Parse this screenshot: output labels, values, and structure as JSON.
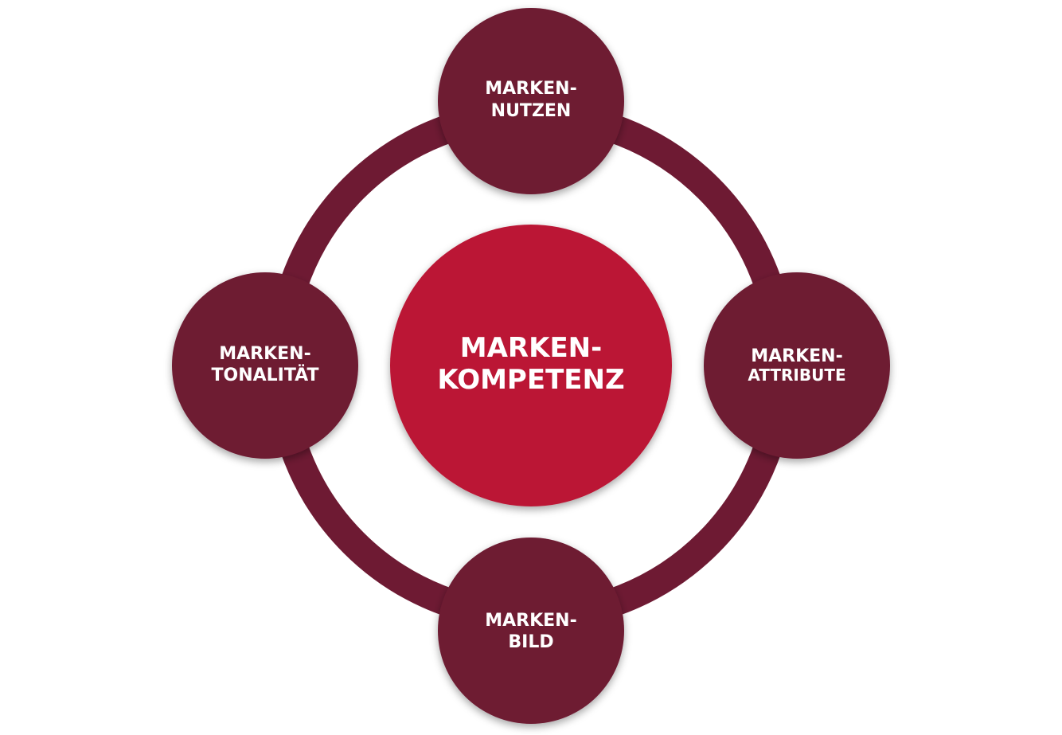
{
  "colors": {
    "ring": "#6e1a33",
    "satellite": "#6e1a33",
    "center": "#bb1734",
    "text": "#ffffff",
    "background": "#ffffff"
  },
  "center": {
    "line1": "MARKEN-",
    "line2": "KOMPETENZ"
  },
  "nodes": [
    {
      "id": "top",
      "line1": "MARKEN-",
      "line2": "NUTZEN"
    },
    {
      "id": "right",
      "line1": "MARKEN-",
      "line2": "ATTRIBUTE"
    },
    {
      "id": "bottom",
      "line1": "MARKEN-",
      "line2": "BILD"
    },
    {
      "id": "left",
      "line1": "MARKEN-",
      "line2": "TONALITÄT"
    }
  ]
}
